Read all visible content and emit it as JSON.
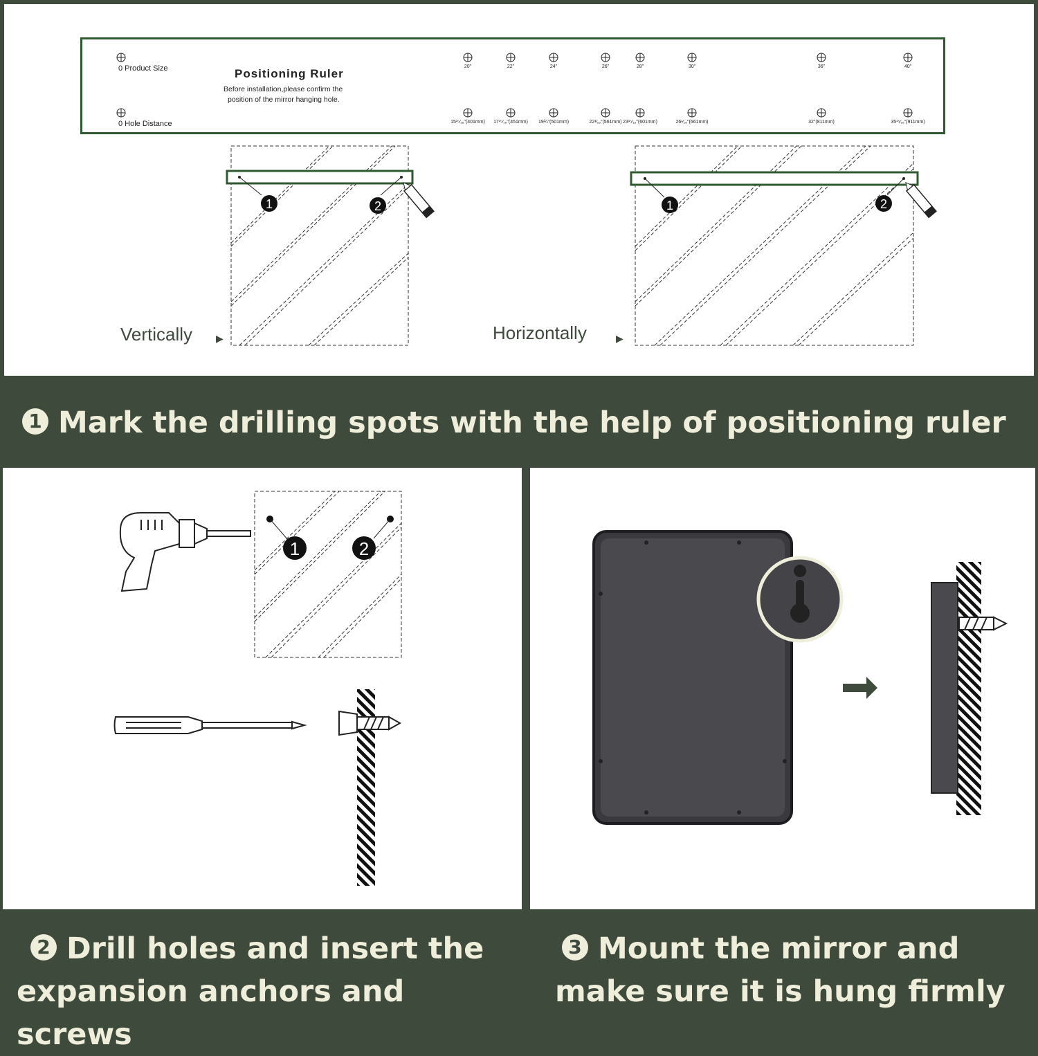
{
  "colors": {
    "background": "#3e4a3b",
    "panel": "#ffffff",
    "caption_text": "#eeeeda",
    "ruler_border": "#2f5a2f",
    "mirror_frame": "#3a3a3e"
  },
  "ruler": {
    "title": "Positioning Ruler",
    "note_line1": "Before installation,please confirm the",
    "note_line2": "position of the mirror hanging hole.",
    "row1_label": "0  Product Size",
    "row2_label": "0  Hole Distance",
    "sizes": [
      "20\"",
      "22\"",
      "24\"",
      "26\"",
      "28\"",
      "30\"",
      "36\"",
      "40\""
    ],
    "distances": [
      "15¹⁵⁄₁₆\"(401mm)",
      "17¹⁵⁄₁₆\"(451mm)",
      "19¾\"(501mm)",
      "22¹⁄₁₆\"(561mm)",
      "23¹⁵⁄₁₆\"(601mm)",
      "26¹⁄₁₆\"(661mm)",
      "32\"(811mm)",
      "35¹⁵⁄₁₆\"(911mm)"
    ]
  },
  "orientations": {
    "vertical": "Vertically",
    "horizontal": "Horizontally"
  },
  "step_markers": {
    "one": "1",
    "two": "2"
  },
  "steps": [
    {
      "number": "1",
      "text": "Mark the drilling spots with the help of positioning ruler"
    },
    {
      "number": "2",
      "line1": "Drill holes and insert the",
      "line2": "expansion anchors and screws"
    },
    {
      "number": "3",
      "line1": "Mount the mirror and",
      "line2": "make sure it is hung firmly"
    }
  ]
}
